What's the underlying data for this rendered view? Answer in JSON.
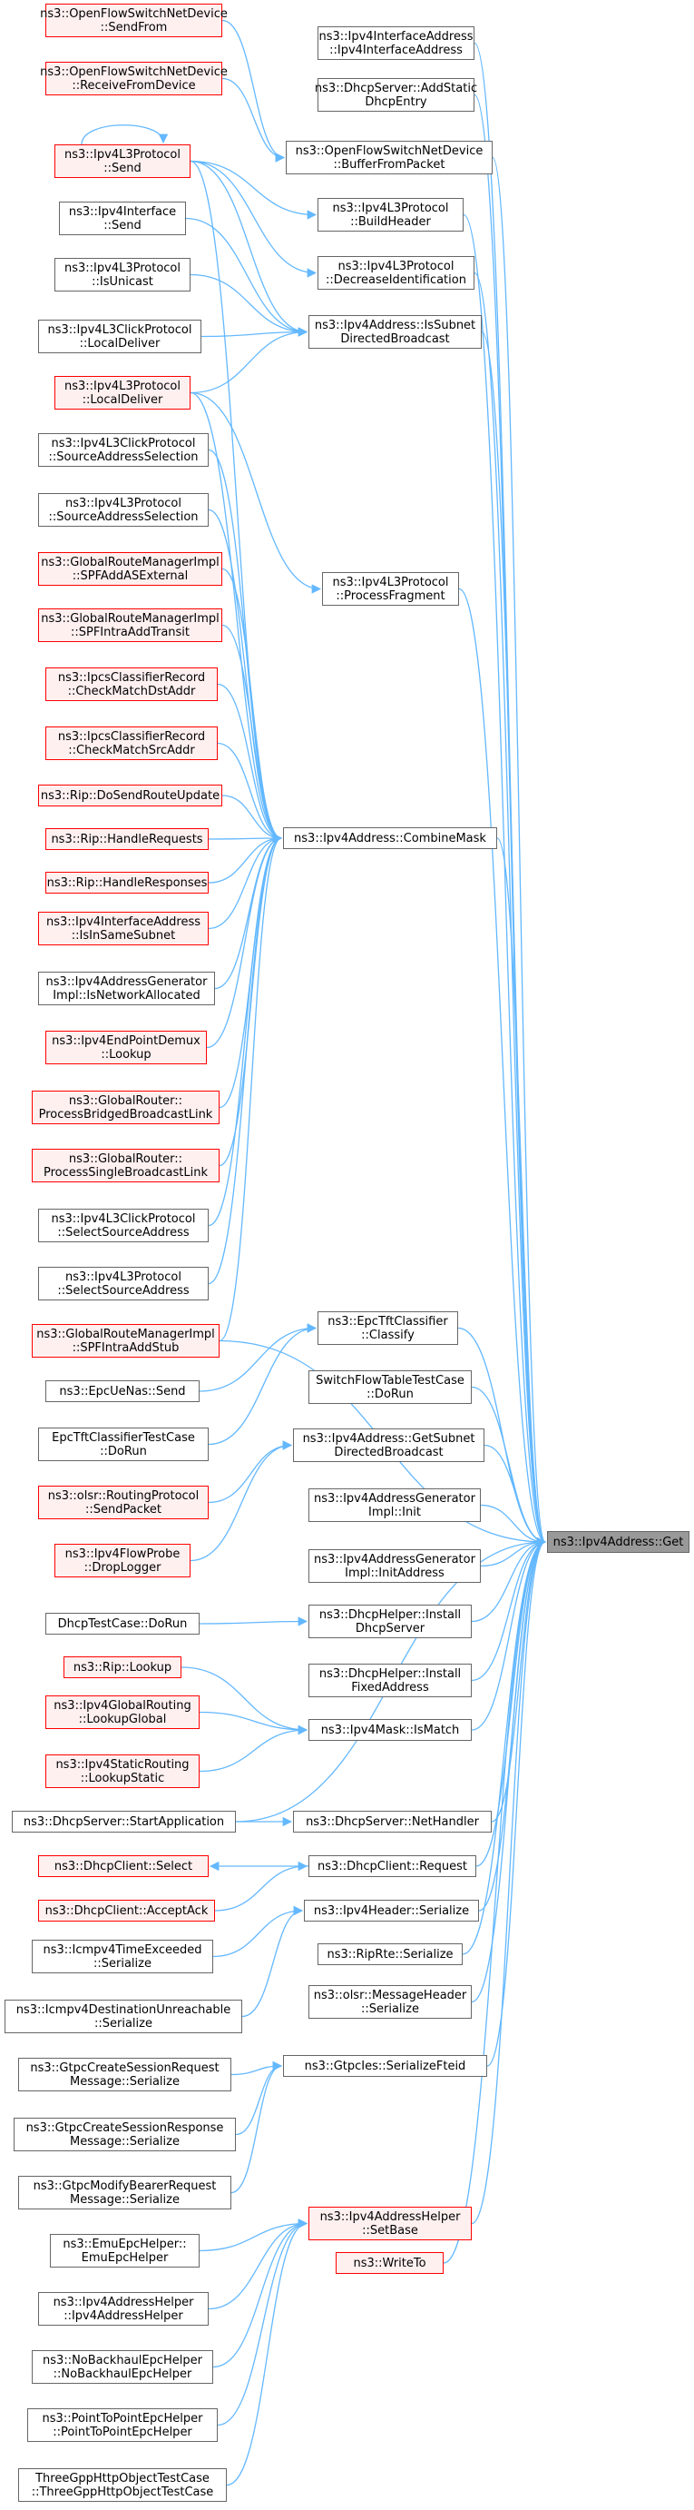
{
  "colors": {
    "edge": "#63b8ff",
    "red_border": "#ff0000",
    "red_fill": "#fff0f0",
    "target_fill": "#999999"
  },
  "nodes": {
    "get": "ns3::Ipv4Address::Get",
    "combinemask": "ns3::Ipv4Address::CombineMask",
    "issubnetdirectedbroadcast": "ns3::Ipv4Address::IsSubnet\nDirectedBroadcast",
    "getsubnetdirectedbroadcast": "ns3::Ipv4Address::GetSubnet\nDirectedBroadcast",
    "ifaddr_ctor": "ns3::Ipv4InterfaceAddress\n::Ipv4InterfaceAddress",
    "dhcpserver_addstatic": "ns3::DhcpServer::AddStatic\nDhcpEntry",
    "ofs_bufferfrompacket": "ns3::OpenFlowSwitchNetDevice\n::BufferFromPacket",
    "l3_buildheader": "ns3::Ipv4L3Protocol\n::BuildHeader",
    "l3_decreaseid": "ns3::Ipv4L3Protocol\n::DecreaseIdentification",
    "l3_processfragment": "ns3::Ipv4L3Protocol\n::ProcessFragment",
    "epc_classify": "ns3::EpcTftClassifier\n::Classify",
    "switchflow_dorun": "SwitchFlowTableTestCase\n::DoRun",
    "addrgen_init": "ns3::Ipv4AddressGenerator\nImpl::Init",
    "addrgen_initaddress": "ns3::Ipv4AddressGenerator\nImpl::InitAddress",
    "dhcphelper_installserver": "ns3::DhcpHelper::Install\nDhcpServer",
    "dhcphelper_installfixed": "ns3::DhcpHelper::Install\nFixedAddress",
    "mask_ismatch": "ns3::Ipv4Mask::IsMatch",
    "dhcpserver_nethandler": "ns3::DhcpServer::NetHandler",
    "dhcpclient_request": "ns3::DhcpClient::Request",
    "ipv4header_serialize": "ns3::Ipv4Header::Serialize",
    "riprte_serialize": "ns3::RipRte::Serialize",
    "olsr_msgheader": "ns3::olsr::MessageHeader\n::Serialize",
    "gtpcies_serializefteid": "ns3::GtpcIes::SerializeFteid",
    "addrhelper_setbase": "ns3::Ipv4AddressHelper\n::SetBase",
    "writeto": "ns3::WriteTo",
    "ofs_sendfrom": "ns3::OpenFlowSwitchNetDevice\n::SendFrom",
    "ofs_receivefromdevice": "ns3::OpenFlowSwitchNetDevice\n::ReceiveFromDevice",
    "l3_send": "ns3::Ipv4L3Protocol\n::Send",
    "interface_send": "ns3::Ipv4Interface\n::Send",
    "l3_isunicast": "ns3::Ipv4L3Protocol\n::IsUnicast",
    "click_localdeliver": "ns3::Ipv4L3ClickProtocol\n::LocalDeliver",
    "l3_localdeliver": "ns3::Ipv4L3Protocol\n::LocalDeliver",
    "click_sourceaddrsel": "ns3::Ipv4L3ClickProtocol\n::SourceAddressSelection",
    "l3_sourceaddrsel": "ns3::Ipv4L3Protocol\n::SourceAddressSelection",
    "grm_spfaddasexternal": "ns3::GlobalRouteManagerImpl\n::SPFAddASExternal",
    "grm_spfintraaddtransit": "ns3::GlobalRouteManagerImpl\n::SPFIntraAddTransit",
    "ipcs_checkdst": "ns3::IpcsClassifierRecord\n::CheckMatchDstAddr",
    "ipcs_checksrc": "ns3::IpcsClassifierRecord\n::CheckMatchSrcAddr",
    "rip_dosendrouteupdate": "ns3::Rip::DoSendRouteUpdate",
    "rip_handlerequests": "ns3::Rip::HandleRequests",
    "rip_handleresponses": "ns3::Rip::HandleResponses",
    "ifaddr_isinsamesubnet": "ns3::Ipv4InterfaceAddress\n::IsInSameSubnet",
    "addrgen_isnetworkallocated": "ns3::Ipv4AddressGenerator\nImpl::IsNetworkAllocated",
    "endpointdemux_lookup": "ns3::Ipv4EndPointDemux\n::Lookup",
    "gr_processbridged": "ns3::GlobalRouter::\nProcessBridgedBroadcastLink",
    "gr_processsingle": "ns3::GlobalRouter::\nProcessSingleBroadcastLink",
    "click_selectsource": "ns3::Ipv4L3ClickProtocol\n::SelectSourceAddress",
    "l3_selectsource": "ns3::Ipv4L3Protocol\n::SelectSourceAddress",
    "grm_spfintraaddstub": "ns3::GlobalRouteManagerImpl\n::SPFIntraAddStub",
    "epcuenas_send": "ns3::EpcUeNas::Send",
    "epctftclassifier_dorun": "EpcTftClassifierTestCase\n::DoRun",
    "olsr_sendpacket": "ns3::olsr::RoutingProtocol\n::SendPacket",
    "flowprobe_droplogger": "ns3::Ipv4FlowProbe\n::DropLogger",
    "dhcptest_dorun": "DhcpTestCase::DoRun",
    "rip_lookup": "ns3::Rip::Lookup",
    "globalrouting_lookup": "ns3::Ipv4GlobalRouting\n::LookupGlobal",
    "staticrouting_lookup": "ns3::Ipv4StaticRouting\n::LookupStatic",
    "dhcpserver_startapp": "ns3::DhcpServer::StartApplication",
    "dhcpclient_select": "ns3::DhcpClient::Select",
    "dhcpclient_acceptack": "ns3::DhcpClient::AcceptAck",
    "icmp_timeexceeded": "ns3::Icmpv4TimeExceeded\n::Serialize",
    "icmp_destunreach": "ns3::Icmpv4DestinationUnreachable\n::Serialize",
    "gtpc_createsessionreq": "ns3::GtpcCreateSessionRequest\nMessage::Serialize",
    "gtpc_createsessionresp": "ns3::GtpcCreateSessionResponse\nMessage::Serialize",
    "gtpc_modifybearerreq": "ns3::GtpcModifyBearerRequest\nMessage::Serialize",
    "emuepchelper": "ns3::EmuEpcHelper::\nEmuEpcHelper",
    "addrhelper_ctor": "ns3::Ipv4AddressHelper\n::Ipv4AddressHelper",
    "nobackhaul": "ns3::NoBackhaulEpcHelper\n::NoBackhaulEpcHelper",
    "p2pepchelper": "ns3::PointToPointEpcHelper\n::PointToPointEpcHelper",
    "threegpphttp": "ThreeGppHttpObjectTestCase\n::ThreeGppHttpObjectTestCase"
  }
}
